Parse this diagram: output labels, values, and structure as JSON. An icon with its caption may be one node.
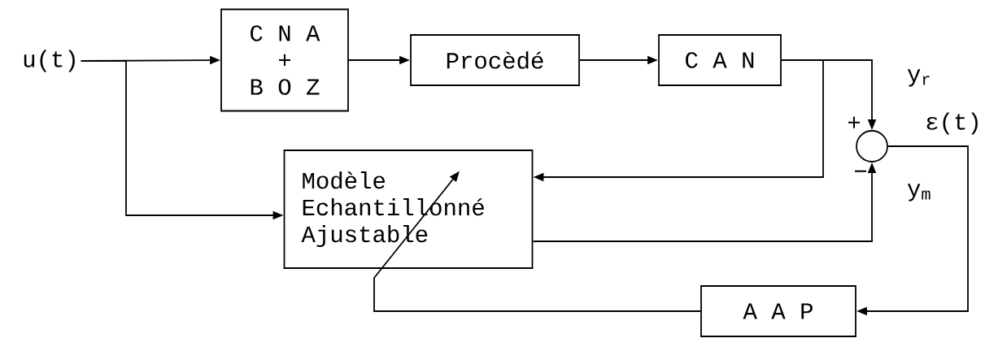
{
  "diagram": {
    "nodes": [
      {
        "text": [
          "u(t)"
        ]
      },
      {
        "text": [
          "C N A",
          "+",
          "B O Z"
        ]
      },
      {
        "text": [
          "Procèdé"
        ]
      },
      {
        "text": [
          "C A N"
        ]
      },
      {
        "text": [],
        "shape": "circle"
      },
      {
        "text": [
          "Modèle Echantillonné Ajustable"
        ]
      },
      {
        "text": [
          "A A P"
        ]
      }
    ],
    "edges": [
      {
        "from": 0,
        "to": 1,
        "arrow": "to"
      },
      {
        "from": 1,
        "to": 2,
        "arrow": "to"
      },
      {
        "from": 2,
        "to": 3,
        "arrow": "to"
      },
      {
        "from": 3,
        "to": 4,
        "arrow": "to",
        "label": "y$_{r}$"
      },
      {
        "from": 3,
        "to": 5,
        "arrow": "to"
      },
      {
        "from": 0,
        "to": 5,
        "arrow": "to"
      },
      {
        "from": 5,
        "to": 4,
        "arrow": "to",
        "label": "y$_{m}$"
      },
      {
        "from": 4,
        "to": 6,
        "arrow": "to",
        "label": "ε(t)"
      },
      {
        "from": 6,
        "to": 5,
        "arrow": "to"
      }
    ],
    "labels": [
      "+",
      "−"
    ]
  }
}
